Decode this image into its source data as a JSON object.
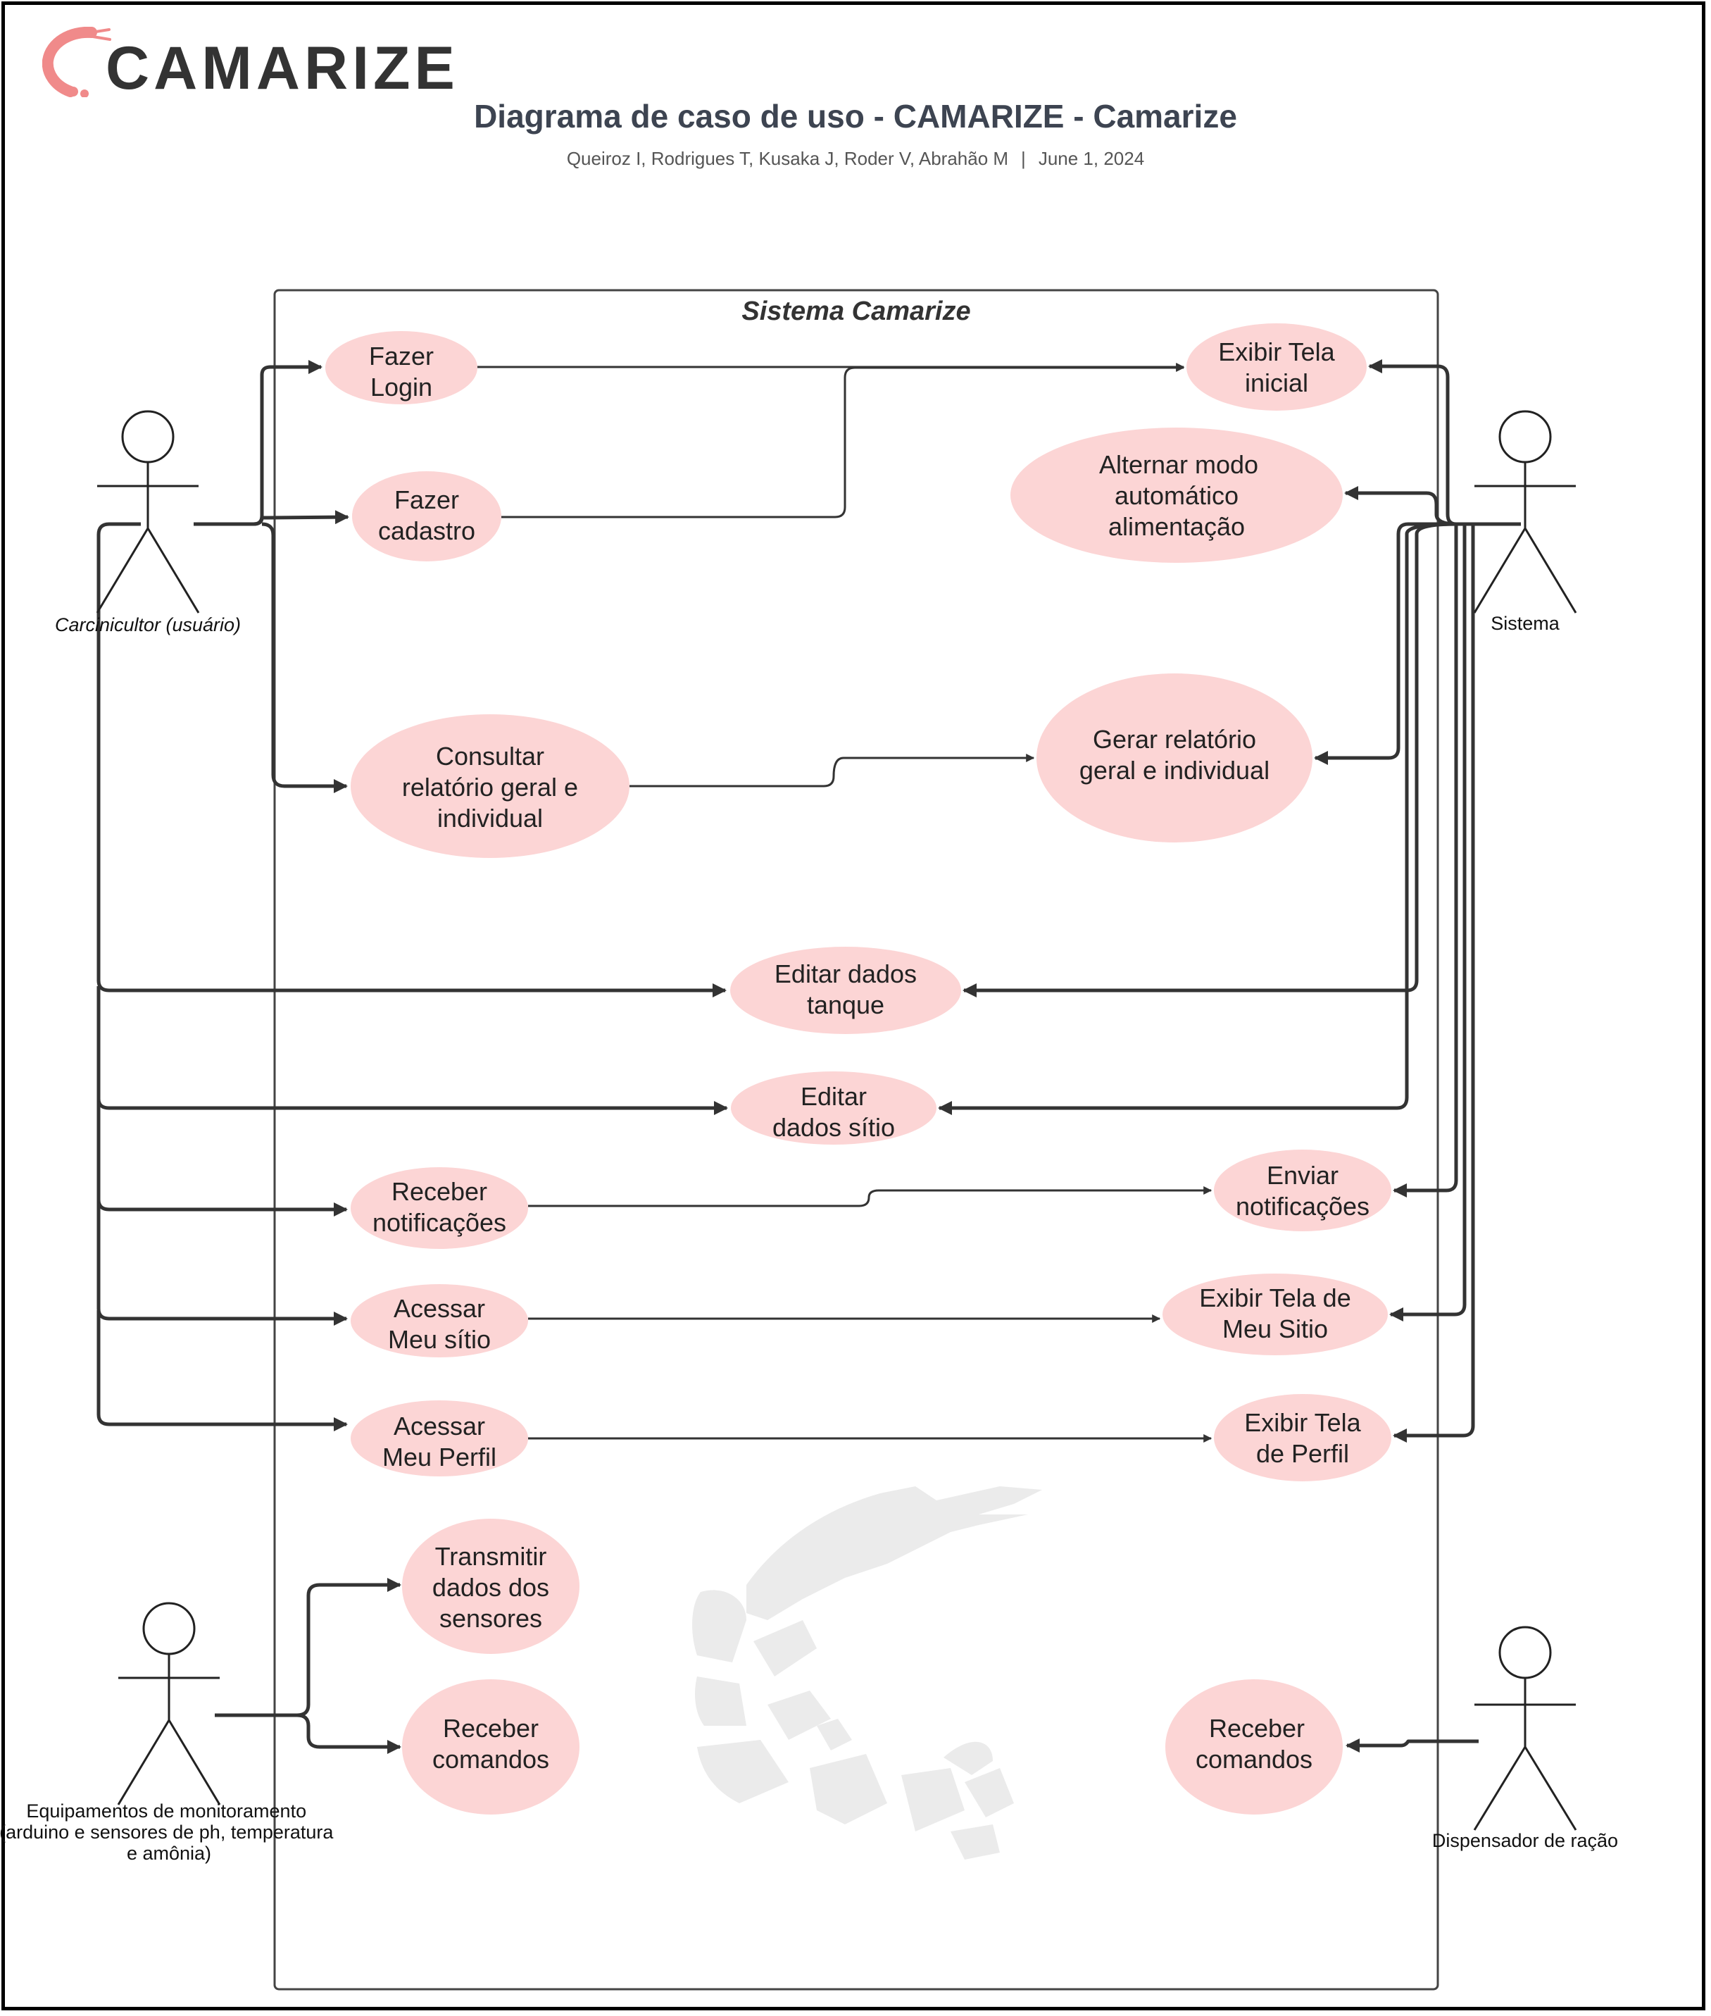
{
  "logo": {
    "text": "CAMARIZE",
    "icon": "shrimp-logo-icon"
  },
  "header": {
    "title": "Diagrama de caso de uso - CAMARIZE - Camarize",
    "authors": "Queiroz I, Rodrigues T, Kusaka J, Roder V, Abrahão M",
    "date": "June 1, 2024"
  },
  "system": {
    "title": "Sistema Camarize",
    "watermark": "shrimp-watermark-icon"
  },
  "actors": {
    "carcinicultor": {
      "label": "Carcinicultor (usuário)"
    },
    "sistema": {
      "label": "Sistema"
    },
    "equipamentos": {
      "label_lines": [
        "Equipamentos de monitoramento",
        "(arduino e sensores de ph, temperatura",
        "e amônia)"
      ]
    },
    "dispensador": {
      "label": "Dispensador de ração"
    }
  },
  "use_cases": {
    "fazer_login": [
      "Fazer",
      "Login"
    ],
    "fazer_cadastro": [
      "Fazer",
      "cadastro"
    ],
    "consultar_relatorio": [
      "Consultar",
      "relatório geral e",
      "individual"
    ],
    "exibir_tela_inicial": [
      "Exibir Tela",
      "inicial"
    ],
    "alternar_modo": [
      "Alternar modo",
      "automático",
      "alimentação"
    ],
    "gerar_relatorio": [
      "Gerar relatório",
      "geral e individual"
    ],
    "editar_tanque": [
      "Editar dados",
      "tanque"
    ],
    "editar_sitio": [
      "Editar",
      "dados sítio"
    ],
    "receber_notificacoes": [
      "Receber",
      "notificações"
    ],
    "enviar_notificacoes": [
      "Enviar",
      "notificações"
    ],
    "acessar_meu_sitio": [
      "Acessar",
      "Meu sítio"
    ],
    "exibir_tela_meu_sitio": [
      "Exibir Tela de",
      "Meu Sitio"
    ],
    "acessar_meu_perfil": [
      "Acessar",
      "Meu Perfil"
    ],
    "exibir_tela_perfil": [
      "Exibir Tela",
      "de Perfil"
    ],
    "transmitir_dados": [
      "Transmitir",
      "dados dos",
      "sensores"
    ],
    "receber_comandos_equip": [
      "Receber",
      "comandos"
    ],
    "receber_comandos_disp": [
      "Receber",
      "comandos"
    ]
  },
  "colors": {
    "usecase_fill": "#fcd5d5",
    "line": "#333333",
    "logo_accent": "#f08a8a",
    "watermark": "#ebebeb"
  }
}
